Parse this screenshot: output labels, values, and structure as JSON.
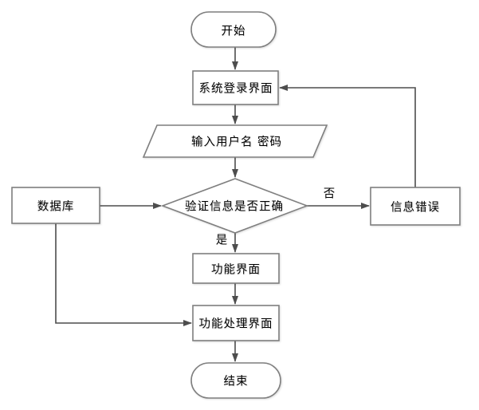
{
  "diagram": {
    "type": "flowchart",
    "description": "system-login-flow",
    "colors": {
      "background": "#ffffff",
      "shape_fill": "#ffffff",
      "shape_stroke": "#7f7f7f",
      "edge_stroke": "#4d4d4d",
      "text": "#000000"
    },
    "nodes": {
      "start": {
        "label": "开始",
        "shape": "terminator"
      },
      "login": {
        "label": "系统登录界面",
        "shape": "process"
      },
      "input": {
        "label": "输入用户名 密码",
        "shape": "data-parallelogram"
      },
      "decision": {
        "label": "验证信息是否正确",
        "shape": "decision-diamond"
      },
      "database": {
        "label": "数据库",
        "shape": "process"
      },
      "error": {
        "label": "信息错误",
        "shape": "process"
      },
      "function": {
        "label": "功能界面",
        "shape": "process"
      },
      "process": {
        "label": "功能处理界面",
        "shape": "process"
      },
      "end": {
        "label": "结束",
        "shape": "terminator"
      }
    },
    "edge_labels": {
      "yes": "是",
      "no": "否"
    },
    "edges": [
      "start -> login",
      "login -> input",
      "input -> decision",
      "database -> decision",
      "decision -> error (否)",
      "error -> login",
      "decision -> function (是)",
      "function -> process",
      "database -> process",
      "process -> end"
    ]
  }
}
